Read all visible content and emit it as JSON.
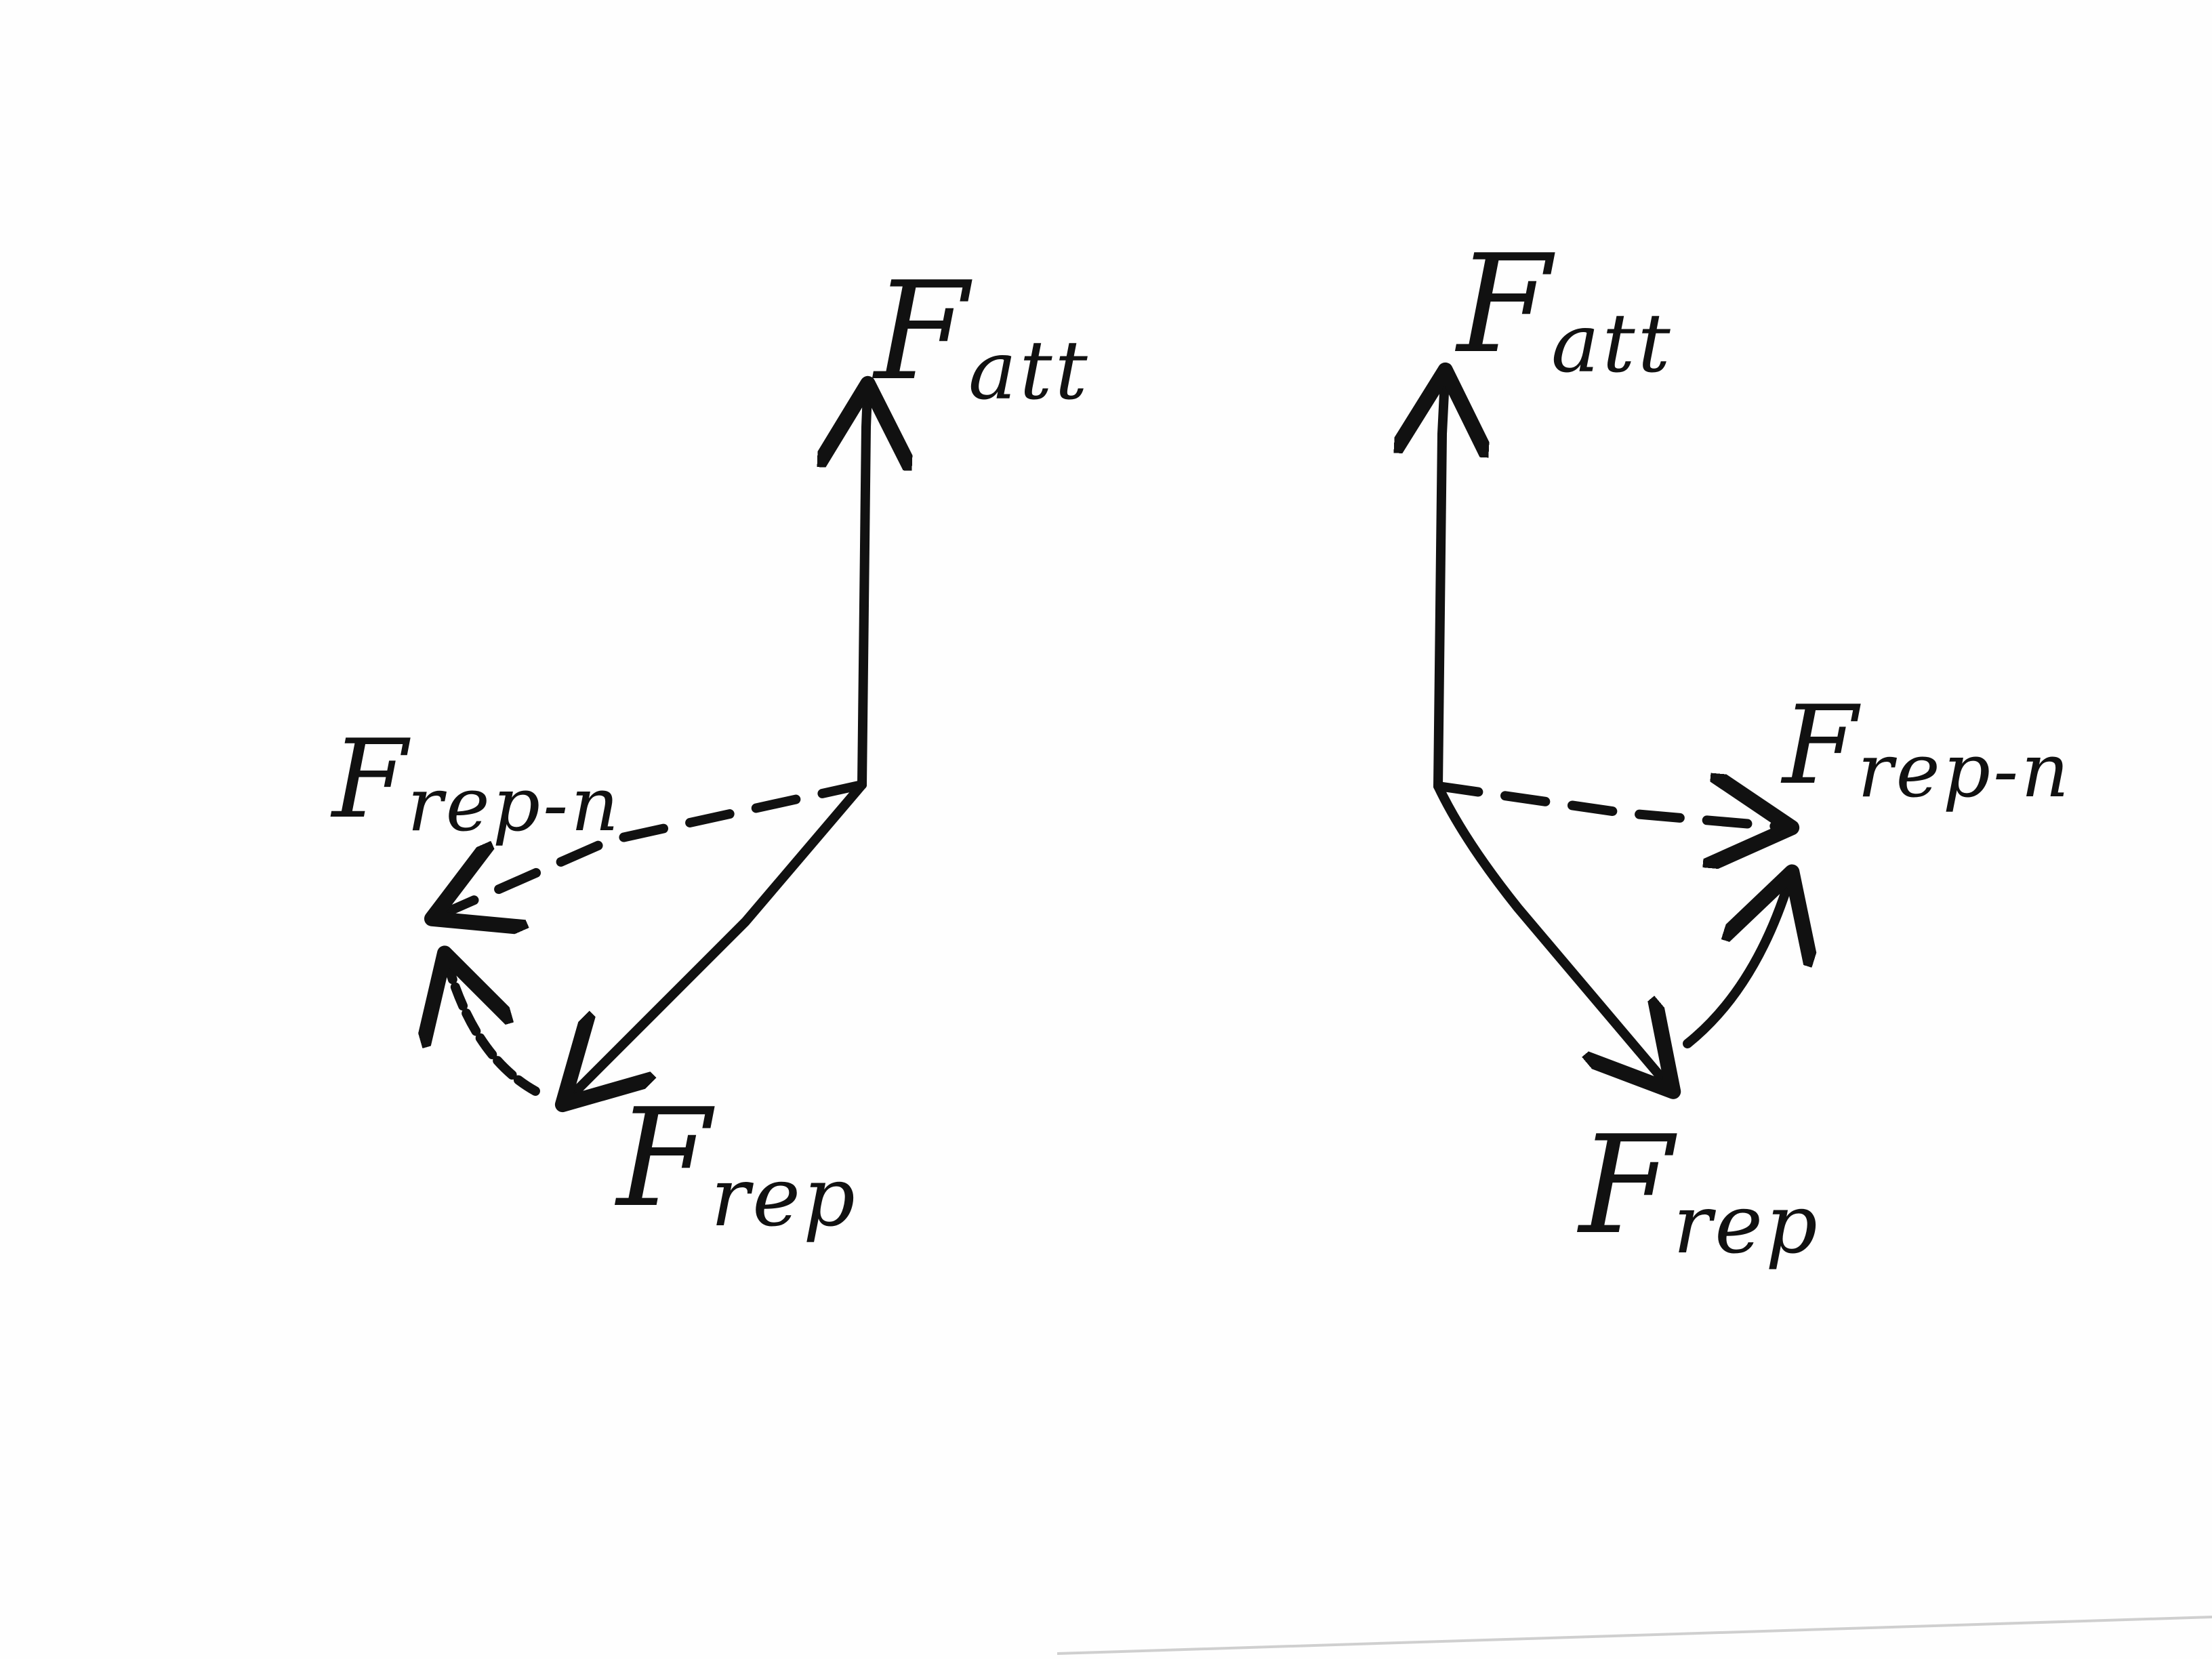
{
  "ink_color": "#111111",
  "paper_color": "#fefefe",
  "diagrams": [
    {
      "id": "left",
      "labels": {
        "attractive": {
          "main": "F",
          "sub": "att"
        },
        "repulsive": {
          "main": "F",
          "sub": "rep"
        },
        "repulsive_new": {
          "main": "F",
          "sub": "rep-n"
        }
      },
      "rotation_direction": "counterclockwise"
    },
    {
      "id": "right",
      "labels": {
        "attractive": {
          "main": "F",
          "sub": "att"
        },
        "repulsive": {
          "main": "F",
          "sub": "rep"
        },
        "repulsive_new": {
          "main": "F",
          "sub": "rep-n"
        }
      },
      "rotation_direction": "clockwise"
    }
  ]
}
